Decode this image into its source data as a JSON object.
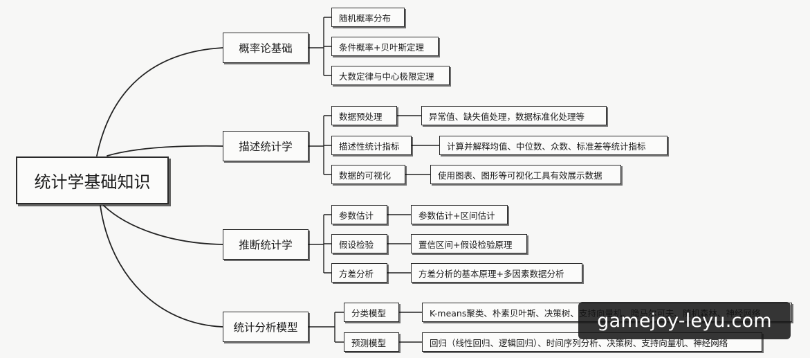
{
  "root": "统计学基础知识",
  "branches": [
    {
      "label": "概率论基础",
      "children": [
        {
          "label": "随机概率分布"
        },
        {
          "label": "条件概率+贝叶斯定理"
        },
        {
          "label": "大数定律与中心极限定理"
        }
      ]
    },
    {
      "label": "描述统计学",
      "children": [
        {
          "label": "数据预处理",
          "detail": "异常值、缺失值处理，数据标准化处理等"
        },
        {
          "label": "描述性统计指标",
          "detail": "计算并解释均值、中位数、众数、标准差等统计指标"
        },
        {
          "label": "数据的可视化",
          "detail": "使用图表、图形等可视化工具有效展示数据"
        }
      ]
    },
    {
      "label": "推断统计学",
      "children": [
        {
          "label": "参数估计",
          "detail": "参数估计+区间估计"
        },
        {
          "label": "假设检验",
          "detail": "置信区间+假设检验原理"
        },
        {
          "label": "方差分析",
          "detail": "方差分析的基本原理+多因素数据分析"
        }
      ]
    },
    {
      "label": "统计分析模型",
      "children": [
        {
          "label": "分类模型",
          "detail": "K-means聚类、朴素贝叶斯、决策树、支持向量机、隐马尔可夫、随机森林、神经网络"
        },
        {
          "label": "预测模型",
          "detail": "回归（线性回归、逻辑回归）、时间序列分析、决策树、支持向量机、神经网络"
        }
      ]
    }
  ],
  "watermark": "gamejoy-leyu.com"
}
